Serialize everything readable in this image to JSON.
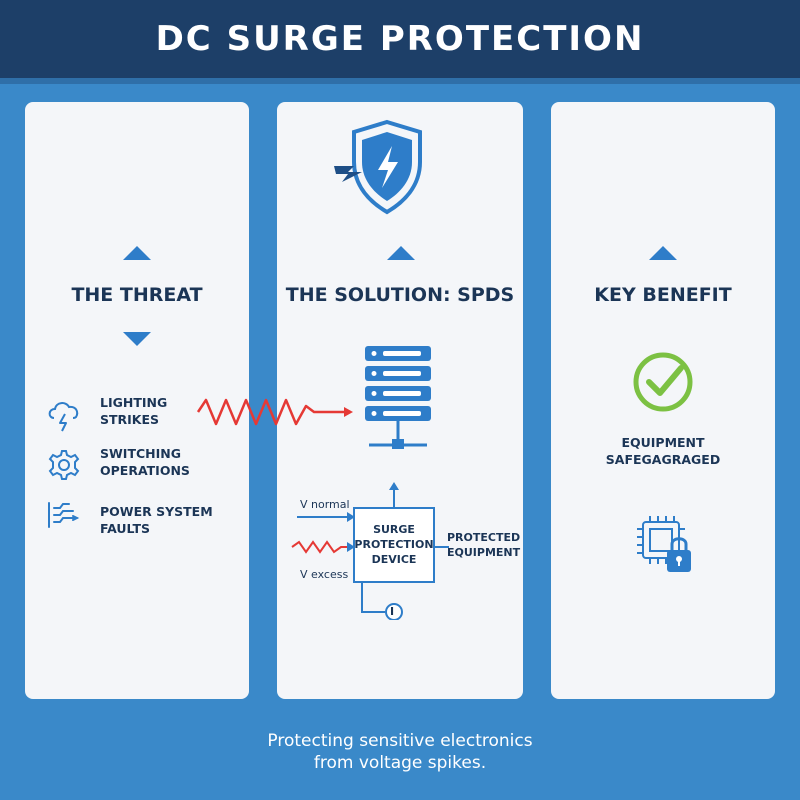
{
  "title": "DC SURGE PROTECTION",
  "threat": {
    "heading": "THE THREAT",
    "items": [
      {
        "icon": "storm-cloud-lightning-icon",
        "line1": "LIGHTING",
        "line2": "STRIKES"
      },
      {
        "icon": "gear-icon",
        "line1": "SWITCHING",
        "line2": "OPERATIONS"
      },
      {
        "icon": "fault-lines-icon",
        "line1": "POWER SYSTEM FAULTS",
        "line2": ""
      }
    ]
  },
  "solution": {
    "heading": "THE SOLUTION: SPDS",
    "v_normal": "V normal",
    "v_excess": "V excess",
    "device_line1": "SURGE",
    "device_line2": "PROTECTION",
    "device_line3": "DEVICE",
    "output_line1": "PROTECTED",
    "output_line2": "EQUIPMENT",
    "ground_symbol": "I"
  },
  "benefit": {
    "heading": "KEY BENEFIT",
    "line1": "EQUIPMENT",
    "line2": "SAFEGAGRAGED"
  },
  "footer": {
    "line1": "Protecting sensitive electronics",
    "line2": "from voltage spikes."
  },
  "colors": {
    "background": "#3a89c9",
    "header": "#1d3f68",
    "panel": "#f4f6f9",
    "text_dark": "#1b3556",
    "accent_blue": "#2e7dc9",
    "surge_red": "#e53935",
    "check_green": "#7cc143"
  }
}
